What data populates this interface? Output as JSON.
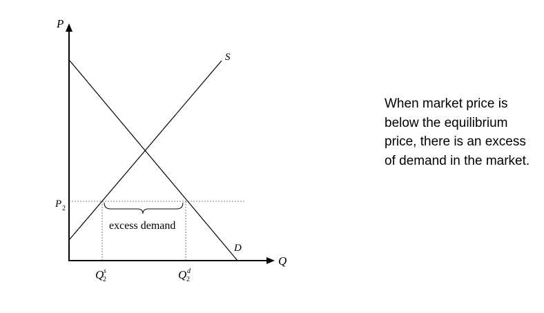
{
  "diagram": {
    "axis_y_label": "P",
    "axis_x_label": "Q",
    "supply_label": "S",
    "demand_label": "D",
    "price_label": "P",
    "price_subscript": "2",
    "qs_label": "Q",
    "qs_super": "s",
    "qs_sub": "2",
    "qd_label": "Q",
    "qd_super": "d",
    "qd_sub": "2",
    "excess_label": "excess demand"
  },
  "caption": {
    "text": "When market price is below the equilibrium price, there is an excess of demand in the market."
  }
}
